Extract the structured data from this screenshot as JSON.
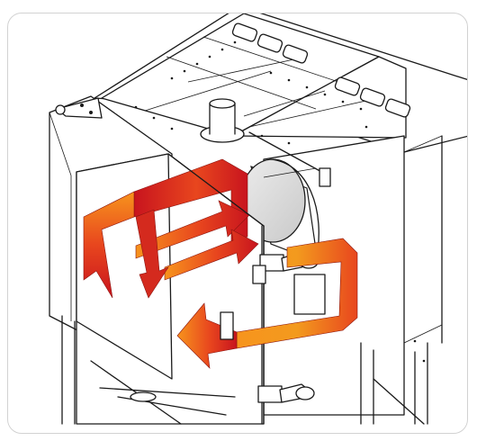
{
  "diagram": {
    "colors": {
      "outline": "#1a1a1a",
      "background": "#ffffff",
      "border": "#d2d2d2",
      "arrow_hot": "#c8141e",
      "arrow_mid": "#e8461e",
      "arrow_warm": "#f7941d",
      "cylinder_shade": "#d9d9d9"
    },
    "icons": [
      "airflow-arrow",
      "exhaust-pipe",
      "fan-housing",
      "latch-clamp",
      "vent-slot"
    ]
  }
}
